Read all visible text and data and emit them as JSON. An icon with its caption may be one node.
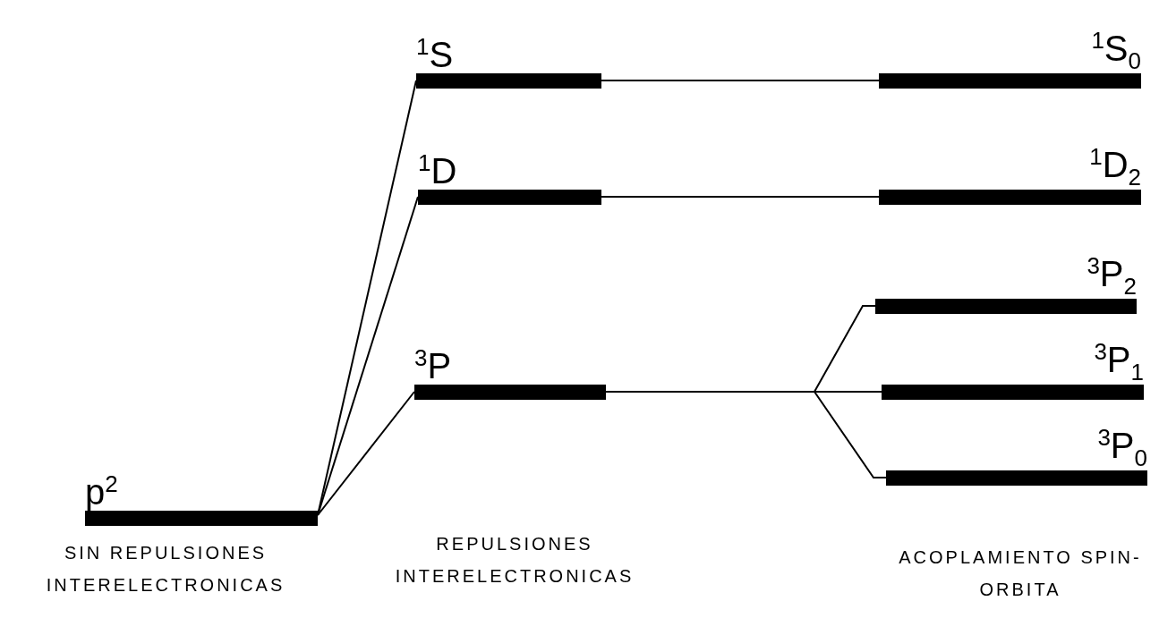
{
  "diagram": {
    "nodes": [
      {
        "text": [
          "p$^{2}$"
        ]
      },
      {
        "text": [
          "$^{1}$S"
        ]
      },
      {
        "text": [
          "$^{1}$D"
        ]
      },
      {
        "text": [
          "$^{3}$P"
        ]
      },
      {
        "text": [
          "$^{1}$S$_{0}$"
        ]
      },
      {
        "text": [
          "$^{1}$D$_{2}$"
        ]
      },
      {
        "text": [
          "$^{3}$P$_{2}$"
        ]
      },
      {
        "text": [
          "$^{3}$P$_{1}$"
        ]
      },
      {
        "text": [
          "$^{3}$P$_{0}$"
        ]
      }
    ],
    "edges": [
      {
        "from": 0,
        "to": 1,
        "arrow": "none"
      },
      {
        "from": 0,
        "to": 2,
        "arrow": "none"
      },
      {
        "from": 0,
        "to": 3,
        "arrow": "none"
      },
      {
        "from": 1,
        "to": 4,
        "arrow": "none"
      },
      {
        "from": 2,
        "to": 5,
        "arrow": "none"
      },
      {
        "from": 3,
        "to": 6,
        "arrow": "none"
      },
      {
        "from": 3,
        "to": 7,
        "arrow": "none"
      },
      {
        "from": 3,
        "to": 8,
        "arrow": "none"
      }
    ],
    "labels": [
      "SIN REPULSIONES INTERELECTRONICAS",
      "REPULSIONES INTERELECTRONICAS",
      "ACOPLAMIENTO SPIN-ORBITA"
    ]
  }
}
